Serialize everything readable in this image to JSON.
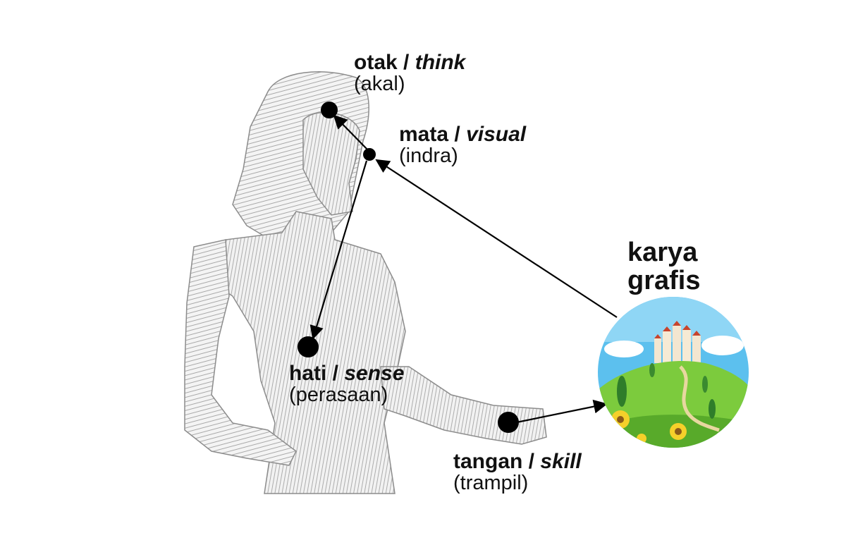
{
  "labels": {
    "otak": {
      "word": "otak",
      "sep": " / ",
      "en": "think",
      "sub": "(akal)"
    },
    "mata": {
      "word": "mata",
      "sep": " / ",
      "en": "visual",
      "sub": "(indra)"
    },
    "hati": {
      "word": "hati",
      "sep": " / ",
      "en": "sense",
      "sub": "(perasaan)"
    },
    "tangan": {
      "word": "tangan",
      "sep": " / ",
      "en": "skill",
      "sub": "(trampil)"
    }
  },
  "title": {
    "line1": "karya",
    "line2": "grafis"
  },
  "colors": {
    "sketch": "#b8b8b8",
    "node": "#000000",
    "sky": "#4db8ea",
    "hill": "#6fbf3a"
  }
}
